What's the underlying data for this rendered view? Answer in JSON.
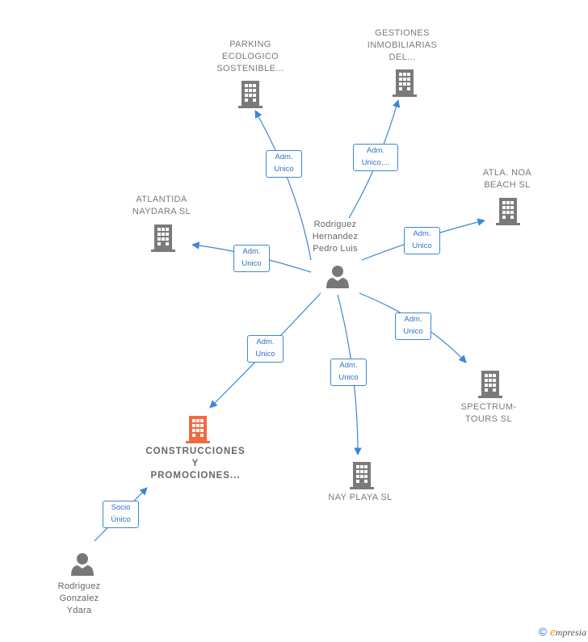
{
  "colors": {
    "edge": "#3d86d6",
    "building": "#7a7a7a",
    "focus": "#f26a3f",
    "person": "#777777"
  },
  "persons": [
    {
      "id": "rhpl",
      "label": "Rodriguez\nHernandez\nPedro Luis"
    },
    {
      "id": "rgy",
      "label": "Rodriguez\nGonzalez\nYdara"
    }
  ],
  "companies": [
    {
      "id": "parking",
      "label": "PARKING\nECOLOGICO\nSOSTENIBLE..."
    },
    {
      "id": "gestiones",
      "label": "GESTIONES\nINMOBILIARIAS\nDEL..."
    },
    {
      "id": "atla",
      "label": "ATLA. NOA\nBEACH  SL"
    },
    {
      "id": "atlantida",
      "label": "ATLANTIDA\nNAYDARA  SL"
    },
    {
      "id": "spectrum",
      "label": "SPECTRUM-\nTOURS SL"
    },
    {
      "id": "nay",
      "label": "NAY PLAYA SL"
    },
    {
      "id": "construcciones",
      "label": "CONSTRUCCIONES\nY\nPROMOCIONES...",
      "focus": true
    }
  ],
  "edges": [
    {
      "id": "e-parking",
      "label": "Adm.\nUnico"
    },
    {
      "id": "e-gestiones",
      "label": "Adm.\nUnico,..."
    },
    {
      "id": "e-atla",
      "label": "Adm.\nUnico"
    },
    {
      "id": "e-atlantida",
      "label": "Adm.\nUnico"
    },
    {
      "id": "e-spectrum",
      "label": "Adm.\nUnico"
    },
    {
      "id": "e-nay",
      "label": "Adm.\nUnico"
    },
    {
      "id": "e-construcciones",
      "label": "Adm.\nUnico"
    },
    {
      "id": "e-socio",
      "label": "Socio\nÚnico"
    }
  ],
  "brand": {
    "copyright": "©",
    "name": "mpresia",
    "initial": "e"
  }
}
